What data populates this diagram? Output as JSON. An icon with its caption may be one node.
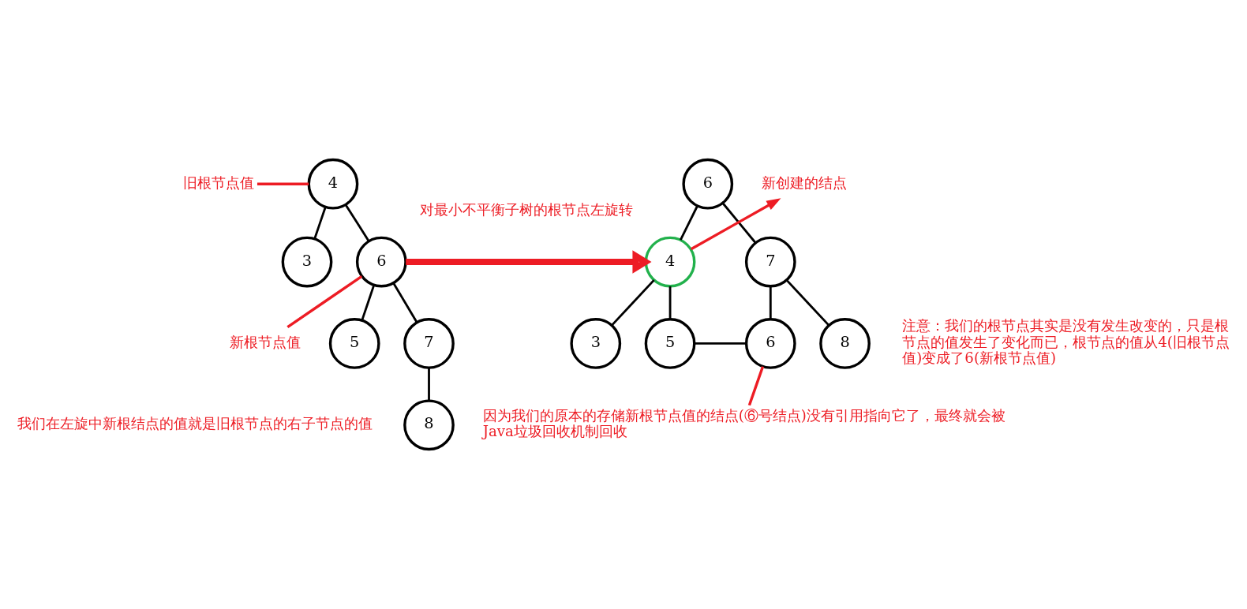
{
  "diagram": {
    "nodes": [
      {
        "text": [
          "4"
        ]
      },
      {
        "text": [
          "3"
        ]
      },
      {
        "text": [
          "6"
        ]
      },
      {
        "text": [
          "5"
        ]
      },
      {
        "text": [
          "7"
        ]
      },
      {
        "text": [
          "8"
        ]
      },
      {
        "text": [
          "6"
        ]
      },
      {
        "text": [
          "4"
        ]
      },
      {
        "text": [
          "7"
        ]
      },
      {
        "text": [
          "6"
        ]
      },
      {
        "text": [
          "3"
        ]
      },
      {
        "text": [
          "5"
        ]
      },
      {
        "text": [
          "8"
        ]
      },
      {
        "text": [
          "旧根节点值"
        ]
      },
      {
        "text": [
          "新根节点值"
        ]
      },
      {
        "text": [
          "新创建的结点"
        ]
      },
      {
        "text": [
          "因为我们的原本的存储新根节点值的结点(⑥号结点)没有引用指向它了，最终就会被Java垃圾回收机制回收"
        ]
      }
    ],
    "edges": [
      {
        "from": 0,
        "to": 1,
        "arrow": "none"
      },
      {
        "from": 0,
        "to": 2,
        "arrow": "none"
      },
      {
        "from": 2,
        "to": 3,
        "arrow": "none"
      },
      {
        "from": 2,
        "to": 4,
        "arrow": "none"
      },
      {
        "from": 4,
        "to": 5,
        "arrow": "none"
      },
      {
        "from": 2,
        "to": 7,
        "arrow": "to",
        "label": "对最小不平衡子树的根节点左旋转",
        "style": "thick",
        "color": "#ed1c24"
      },
      {
        "from": 6,
        "to": 7,
        "arrow": "none"
      },
      {
        "from": 6,
        "to": 8,
        "arrow": "none"
      },
      {
        "from": 7,
        "to": 10,
        "arrow": "none"
      },
      {
        "from": 7,
        "to": 11,
        "arrow": "none"
      },
      {
        "from": 8,
        "to": 9,
        "arrow": "none"
      },
      {
        "from": 11,
        "to": 9,
        "arrow": "none"
      },
      {
        "from": 8,
        "to": 12,
        "arrow": "none"
      },
      {
        "from": 13,
        "to": 0,
        "arrow": "none",
        "color": "#ed1c24"
      },
      {
        "from": 14,
        "to": 2,
        "arrow": "none",
        "color": "#ed1c24"
      },
      {
        "from": 7,
        "to": 15,
        "arrow": "to",
        "color": "#ed1c24"
      },
      {
        "from": 16,
        "to": 9,
        "arrow": "none",
        "color": "#ed1c24"
      }
    ],
    "labels": [
      "我们在左旋中新根结点的值就是旧根节点的右子节点的值",
      "注意：我们的根节点其实是没有发生改变的，只是根节点的值发生了变化而已，根节点的值从4(旧根节点值)变成了6(新根节点值)"
    ]
  }
}
